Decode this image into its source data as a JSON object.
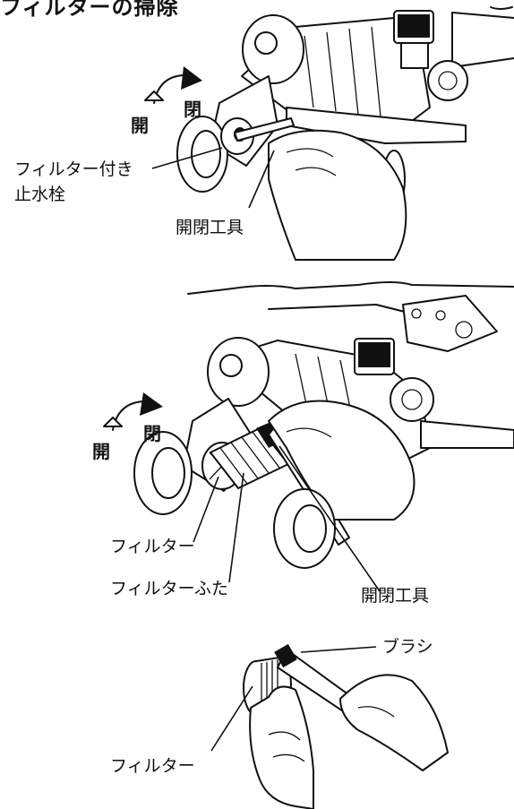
{
  "page": {
    "title": "フィルターの掃除"
  },
  "panel1": {
    "open_label": "開",
    "close_label": "閉",
    "valve_label_line1": "フィルター付き",
    "valve_label_line2": "止水栓",
    "tool_label": "開閉工具"
  },
  "panel2": {
    "open_label": "開",
    "close_label": "閉",
    "filter_label": "フィルター",
    "filter_cap_label": "フィルターふた",
    "tool_label": "開閉工具"
  },
  "panel3": {
    "brush_label": "ブラシ",
    "filter_label": "フィルター"
  },
  "colors": {
    "ink": "#111111",
    "paper": "#ffffff"
  }
}
